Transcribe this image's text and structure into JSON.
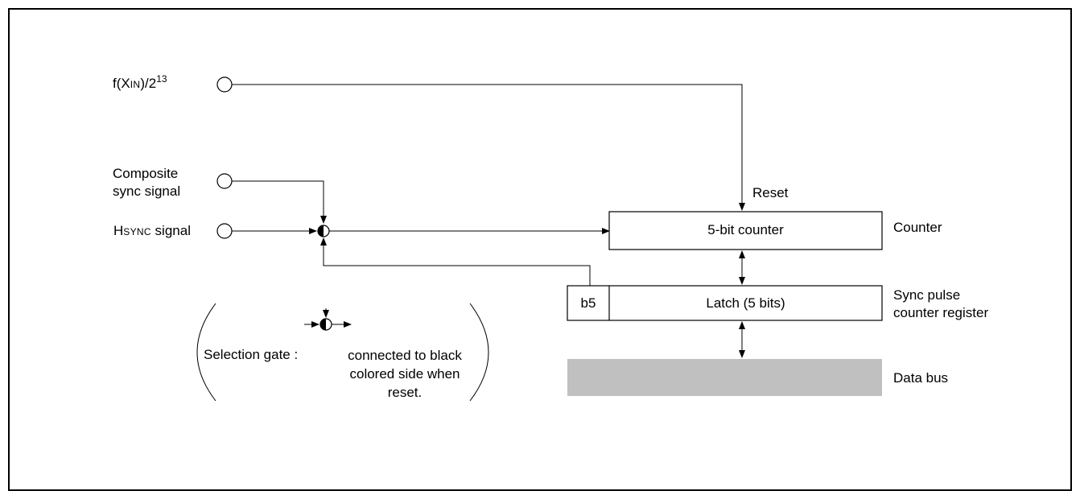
{
  "inputs": {
    "clock": {
      "prefix": "f(X",
      "sub": "IN",
      "mid": ")/2",
      "sup": "13"
    },
    "composite_line1": "Composite",
    "composite_line2": "sync signal",
    "hsync_big": "H",
    "hsync_small": "SYNC",
    "hsync_rest": " signal"
  },
  "blocks": {
    "counter": "5-bit counter",
    "latch": "Latch (5 bits)",
    "b5": "b5"
  },
  "labels": {
    "reset": "Reset",
    "counter": "Counter",
    "register_line1": "Sync pulse",
    "register_line2": "counter register",
    "data_bus": "Data bus"
  },
  "note": {
    "term": "Selection gate :",
    "line1": "connected to black",
    "line2": "colored side when",
    "line3": "reset."
  },
  "colors": {
    "line": "#000000",
    "data_bus_fill": "#c0c0c0"
  }
}
